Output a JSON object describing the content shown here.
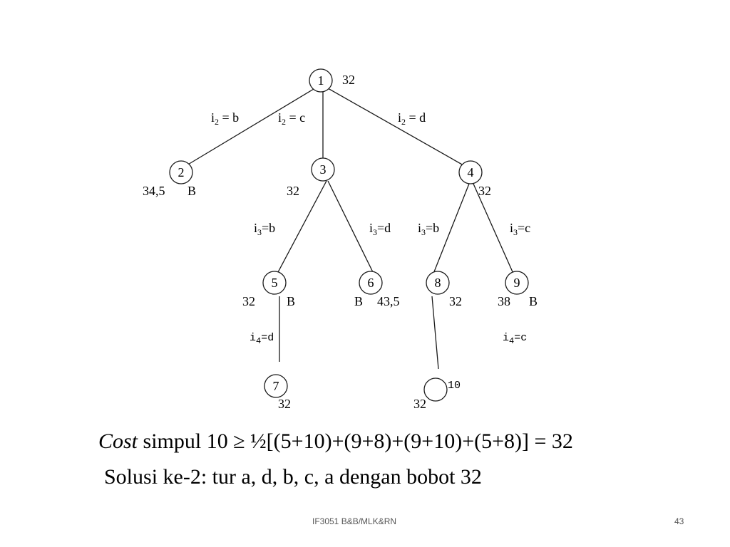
{
  "tree": {
    "nodes": [
      {
        "id": "1",
        "bound": "32",
        "mark": ""
      },
      {
        "id": "2",
        "bound": "34,5",
        "mark": "B"
      },
      {
        "id": "3",
        "bound": "32",
        "mark": ""
      },
      {
        "id": "4",
        "bound": "32",
        "mark": ""
      },
      {
        "id": "5",
        "bound": "32",
        "mark": "B"
      },
      {
        "id": "6",
        "bound": "43,5",
        "mark": "B"
      },
      {
        "id": "7",
        "bound": "32",
        "mark": ""
      },
      {
        "id": "8",
        "bound": "32",
        "mark": ""
      },
      {
        "id": "9",
        "bound": "38",
        "mark": "B"
      },
      {
        "id": "10",
        "bound": "32",
        "mark": ""
      }
    ],
    "edges": [
      {
        "from": "1",
        "to": "2",
        "var": "i",
        "sub": "2",
        "value": "b"
      },
      {
        "from": "1",
        "to": "3",
        "var": "i",
        "sub": "2",
        "value": "c"
      },
      {
        "from": "1",
        "to": "4",
        "var": "i",
        "sub": "2",
        "value": "d"
      },
      {
        "from": "3",
        "to": "5",
        "var": "i",
        "sub": "3",
        "value": "b"
      },
      {
        "from": "3",
        "to": "6",
        "var": "i",
        "sub": "3",
        "value": "d"
      },
      {
        "from": "4",
        "to": "8",
        "var": "i",
        "sub": "3",
        "value": "b"
      },
      {
        "from": "4",
        "to": "9",
        "var": "i",
        "sub": "3",
        "value": "c"
      },
      {
        "from": "5",
        "to": "7",
        "var": "i",
        "sub": "4",
        "value": "d"
      },
      {
        "from": "8",
        "to": "10",
        "var": "",
        "sub": "",
        "value": ""
      }
    ],
    "extra_labels": [
      {
        "var": "i",
        "sub": "4",
        "value": "c"
      }
    ]
  },
  "cost_line": {
    "prefix_italic": "Cost",
    "text": " simpul 10 ≥ ½[(5+10)+(9+8)+(9+10)+(5+8)]  = 32"
  },
  "solution_line": "Solusi ke-2: tur a, d, b, c, a dengan bobot 32",
  "footer": {
    "text": "IF3051 B&B/MLK&RN",
    "page": "43"
  }
}
